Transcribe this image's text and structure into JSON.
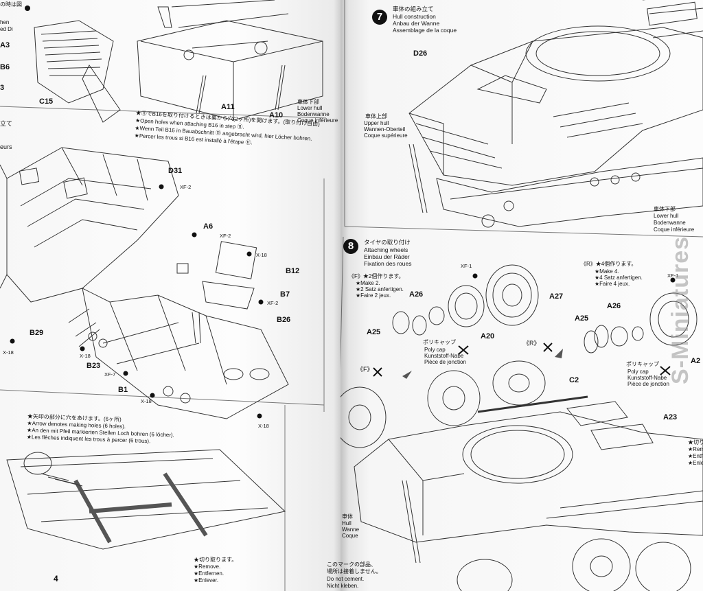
{
  "left_page": {
    "top_fragment": {
      "jp_lines": [
        "の時は図",
        "hen",
        "ed Di"
      ],
      "parts": [
        "A3",
        "B6",
        "3",
        "C15",
        "A11",
        "A10"
      ],
      "lower_hull": [
        "車体下部",
        "Lower hull",
        "Bodenwanne",
        "Coque inférieure"
      ],
      "note": [
        "★⑪でB16を取り付けるときは裏から穴(2ヶ所)を開けます。(取り付け自由)",
        "★Open holes when attaching B16 in step ⑪.",
        "★Wenn Teil B16 in Bauabschnitt ⑪ angebracht wird, hier Löcher bohren.",
        "★Percer les trous si B16 est installé à l'étape ⑪."
      ]
    },
    "middle": {
      "title_fragment": [
        "立て",
        "eurs"
      ],
      "parts": [
        "D31",
        "A6",
        "B12",
        "B7",
        "B26",
        "B29",
        "B23",
        "B1"
      ],
      "paints": [
        "XF-2",
        "XF-2",
        "X-18",
        "XF-2",
        "X-18",
        "X-18",
        "XF-7",
        "X-18",
        "X-18"
      ]
    },
    "bottom": {
      "note": [
        "★矢印の部分に穴をあけます。(6ヶ所)",
        "★Arrow denotes making holes (6 holes).",
        "★An den mit Pfeil markierten Stellen Loch bohren (6 löcher).",
        "★Les flèches indiquent les trous à percer (6 trous)."
      ],
      "remove": [
        "★切り取ります。",
        "★Remove.",
        "★Entfernen.",
        "★Enlever."
      ]
    },
    "page_number": "4"
  },
  "right_page": {
    "step7": {
      "number": "7",
      "title": [
        "車体の組み立て",
        "Hull construction",
        "Anbau der Wanne",
        "Assemblage de la coque"
      ],
      "parts": [
        "D26"
      ],
      "upper_hull": [
        "車体上部",
        "Upper hull",
        "Wannen-Oberteil",
        "Coque supérieure"
      ],
      "lower_hull": [
        "車体下部",
        "Lower hull",
        "Bodenwanne",
        "Coque inférieure"
      ]
    },
    "step8": {
      "number": "8",
      "title": [
        "タイヤの取り付け",
        "Attaching wheels",
        "Einbau der Räder",
        "Fixation des roues"
      ],
      "front": {
        "label": "《F》",
        "notes": [
          "《F》★2個作ります。",
          "★Make 2.",
          "★2 Satz anfertigen.",
          "★Faire 2 jeux."
        ]
      },
      "rear": {
        "label": "《R》",
        "notes": [
          "《R》★4個作ります。",
          "★Make 4.",
          "★4 Satz anfertigen.",
          "★Faire 4 jeux."
        ]
      },
      "parts": [
        "A26",
        "A25",
        "A27",
        "A20",
        "A25",
        "A26",
        "A2",
        "C2",
        "A23"
      ],
      "paints": [
        "XF-1",
        "XF-1"
      ],
      "poly_cap": [
        "ポリキャップ",
        "Poly cap",
        "Kunststoff-Nabe",
        "Pièce de jonction"
      ],
      "poly_cap_2": [
        "ポリキャップ",
        "Poly cap",
        "Kunststoff-Nabe",
        "Pièce de jonction"
      ],
      "hull": [
        "車体",
        "Hull",
        "Wanne",
        "Coque"
      ],
      "no_cement": [
        "このマークの部品、",
        "場所は接着しません。",
        "Do not cement.",
        "Nicht kleben."
      ],
      "remove_fragment": [
        "★切り",
        "★Rem",
        "★Entfe",
        "★Enlev"
      ]
    }
  },
  "watermark": "S-Miniatures"
}
